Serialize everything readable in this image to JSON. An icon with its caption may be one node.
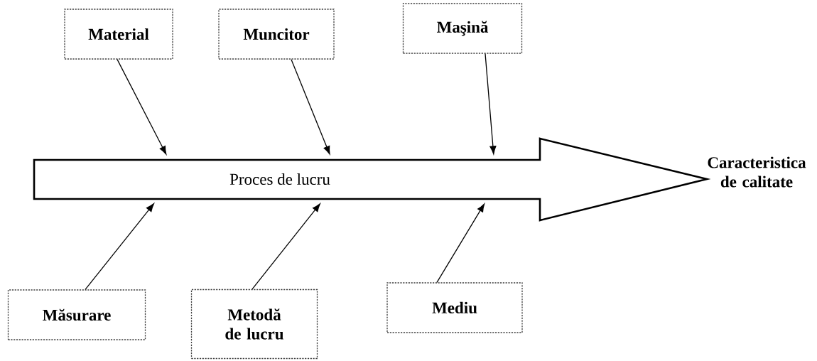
{
  "diagram": {
    "nodes": [
      {
        "text": [
          "Material"
        ]
      },
      {
        "text": [
          "Muncitor"
        ]
      },
      {
        "text": [
          "Maşină"
        ]
      },
      {
        "text": [
          "Proces de lucru"
        ]
      },
      {
        "text": [
          "Măsurare"
        ]
      },
      {
        "text": [
          "Metodă de lucru"
        ]
      },
      {
        "text": [
          "Mediu"
        ]
      }
    ],
    "edges": [
      {
        "from": 0,
        "to": 3,
        "arrow": "to"
      },
      {
        "from": 1,
        "to": 3,
        "arrow": "to"
      },
      {
        "from": 2,
        "to": 3,
        "arrow": "to"
      },
      {
        "from": 4,
        "to": 3,
        "arrow": "to"
      },
      {
        "from": 5,
        "to": 3,
        "arrow": "to"
      },
      {
        "from": 6,
        "to": 3,
        "arrow": "to"
      }
    ],
    "labels": [
      "Caracteristica de calitate"
    ]
  }
}
